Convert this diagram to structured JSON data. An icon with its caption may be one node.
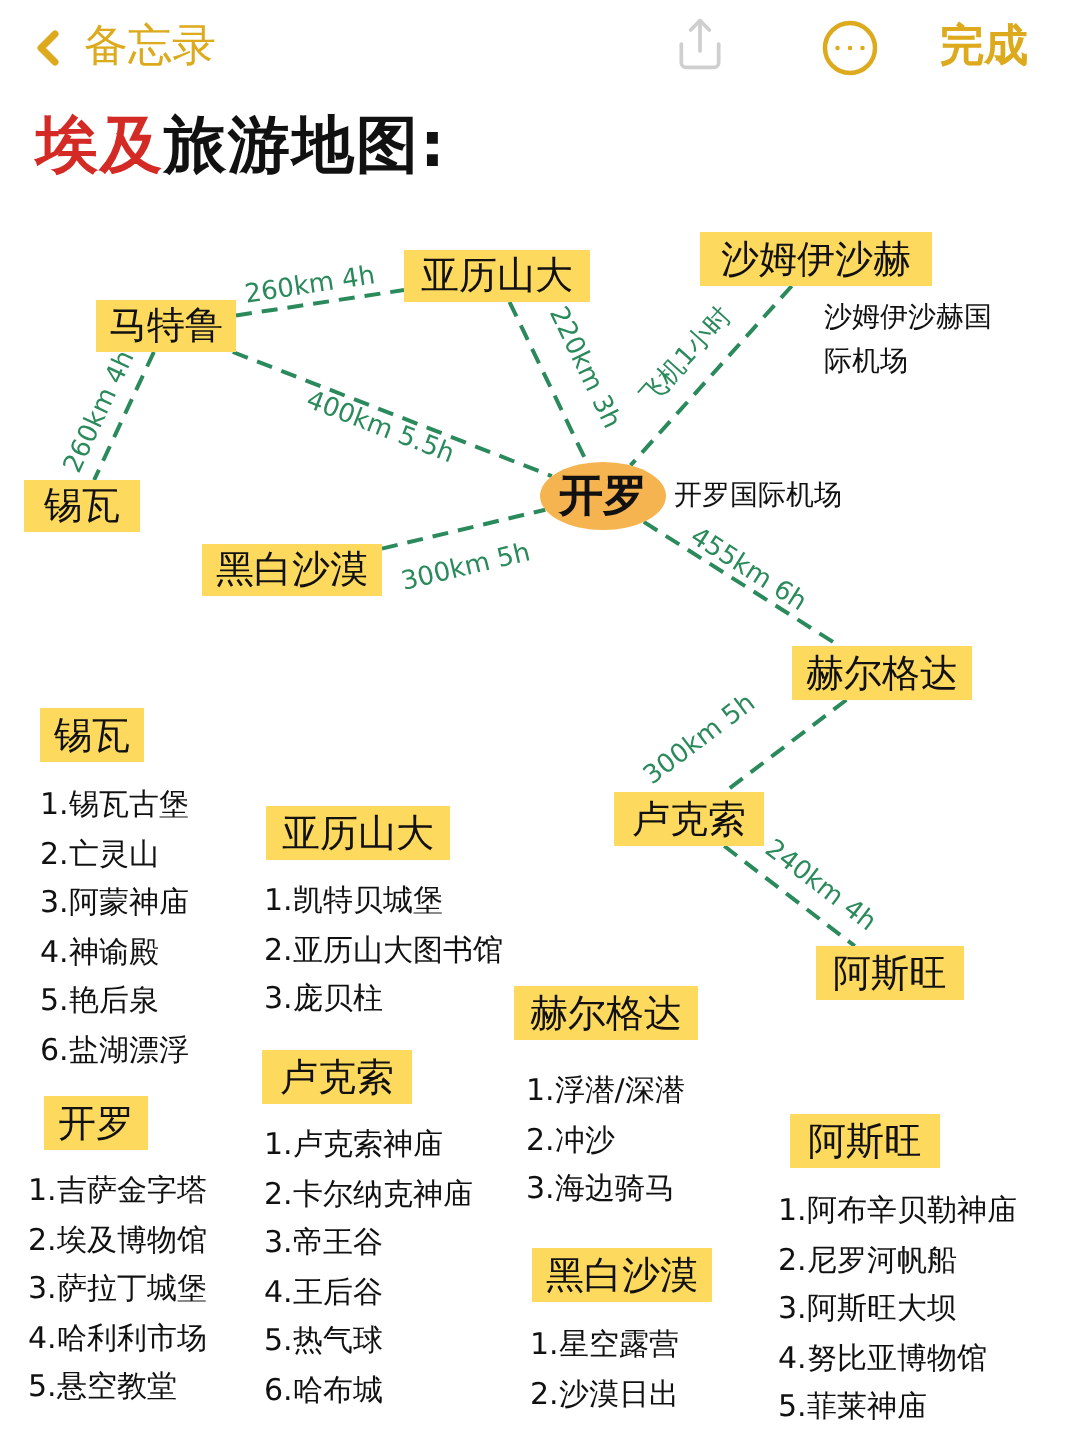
{
  "diagram": {
    "title": "埃及旅游地图:",
    "nodes": [
      {
        "text": [
          "马特鲁"
        ]
      },
      {
        "text": [
          "亚历山大"
        ]
      },
      {
        "text": [
          "沙姆伊沙赫"
        ],
        "beside": [
          "沙姆伊沙赫国际机场"
        ]
      },
      {
        "text": [
          "锡瓦"
        ]
      },
      {
        "text": [
          "开罗"
        ],
        "beside": [
          "开罗国际机场"
        ]
      },
      {
        "text": [
          "黑白沙漠"
        ]
      },
      {
        "text": [
          "赫尔格达"
        ]
      },
      {
        "text": [
          "卢克索"
        ]
      },
      {
        "text": [
          "阿斯旺"
        ]
      },
      {
        "text": [
          "锡瓦"
        ],
        "beside": [
          "1.锡瓦古堡",
          "2.亡灵山",
          "3.阿蒙神庙",
          "4.神谕殿",
          "5.艳后泉",
          "6.盐湖漂浮"
        ]
      },
      {
        "text": [
          "亚历山大"
        ],
        "beside": [
          "1.凯特贝城堡",
          "2.亚历山大图书馆",
          "3.庞贝柱"
        ]
      },
      {
        "text": [
          "赫尔格达"
        ],
        "beside": [
          "1.浮潜/深潜",
          "2.冲沙",
          "3.海边骑马"
        ]
      },
      {
        "text": [
          "开罗"
        ],
        "beside": [
          "1.吉萨金字塔",
          "2.埃及博物馆",
          "3.萨拉丁城堡",
          "4.哈利利市场",
          "5.悬空教堂"
        ]
      },
      {
        "text": [
          "卢克索"
        ],
        "beside": [
          "1.卢克索神庙",
          "2.卡尔纳克神庙",
          "3.帝王谷",
          "4.王后谷",
          "5.热气球",
          "6.哈布城"
        ]
      },
      {
        "text": [
          "黑白沙漠"
        ],
        "beside": [
          "1.星空露营",
          "2.沙漠日出"
        ]
      },
      {
        "text": [
          "阿斯旺"
        ],
        "beside": [
          "1.阿布辛贝勒神庙",
          "2.尼罗河帆船",
          "3.阿斯旺大坝",
          "4.努比亚博物馆",
          "5.菲莱神庙"
        ]
      }
    ],
    "edges": [
      {
        "from": 0,
        "to": 1,
        "arrow": "none",
        "label": "260km 4h",
        "style": "dashed"
      },
      {
        "from": 0,
        "to": 3,
        "arrow": "none",
        "label": "260km 4h",
        "style": "dashed"
      },
      {
        "from": 0,
        "to": 4,
        "arrow": "none",
        "label": "400km 5.5h",
        "style": "dashed"
      },
      {
        "from": 1,
        "to": 4,
        "arrow": "none",
        "label": "220km 3h",
        "style": "dashed"
      },
      {
        "from": 2,
        "to": 4,
        "arrow": "none",
        "label": "飞机1小时",
        "style": "dashed"
      },
      {
        "from": 5,
        "to": 4,
        "arrow": "none",
        "label": "300km 5h",
        "style": "dashed"
      },
      {
        "from": 4,
        "to": 6,
        "arrow": "none",
        "label": "455km 6h",
        "style": "dashed"
      },
      {
        "from": 6,
        "to": 7,
        "arrow": "none",
        "label": "300km 5h",
        "style": "dashed"
      },
      {
        "from": 7,
        "to": 8,
        "arrow": "none",
        "label": "240km 4h",
        "style": "dashed"
      }
    ],
    "labels": [
      "备忘录",
      "完成"
    ]
  }
}
